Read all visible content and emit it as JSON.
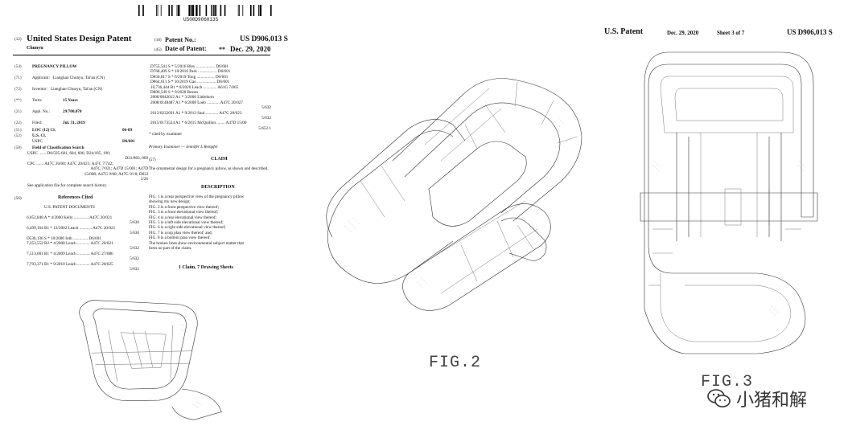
{
  "sheet1": {
    "barcode_text": "US00D906013S",
    "code12": "(12)",
    "title_us": "United States Design Patent",
    "inventor_short": "Chunyu",
    "code10": "(10)",
    "patent_no_label": "Patent No.:",
    "patent_no": "US D906,013 S",
    "code45": "(45)",
    "date_label": "Date of Patent:",
    "date_stars": "**",
    "date_value": "Dec. 29, 2020",
    "fields": [
      {
        "code": "(54)",
        "label": "PREGNANCY PILLOW",
        "value": ""
      },
      {
        "code": "(71)",
        "label": "Applicant:",
        "value": "Lianghao Chunyu, Tai'an (CN)"
      },
      {
        "code": "(72)",
        "label": "Inventor:",
        "value": "Lianghao Chunyu, Tai'an (CN)"
      },
      {
        "code": "(**)",
        "label": "Term:",
        "value": "15 Years"
      },
      {
        "code": "(21)",
        "label": "Appl. No.:",
        "value": "29/700,070"
      },
      {
        "code": "(22)",
        "label": "Filed:",
        "value": "Jul. 31, 2019"
      }
    ],
    "loc_code": "(51)",
    "loc_label": "LOC (12) Cl.",
    "loc_value": "06-09",
    "uscl_code": "(52)",
    "uscl_label": "U.S. Cl.",
    "uspc_label": "USPC",
    "uspc_value": "D6/601",
    "field_code": "(58)",
    "field_label": "Field of Classification Search",
    "field_lines": [
      "USPC ....... D6/595-601, 604, 606; D24/185, 190;",
      "D21/803, 809",
      "CPC ....... A47C 20/00; A47C 20/021; A47C 7/742;",
      "A47C 7/021; A47D 15/001; A47D",
      "15/008; A47G 9/00; A47G 9/10; D62J",
      "1/26",
      "See application file for complete search history."
    ],
    "refs_code": "(56)",
    "refs_title": "References Cited",
    "refs_sub": "U.S. PATENT DOCUMENTS",
    "refs": [
      "6,052,848 A * 4/2000 Kelly .............. A47C 20/021",
      "5/630",
      "6,499,164 B1 * 12/2002 Leach ............ A47C 20/021",
      "5/630",
      "D530,136 S * 10/2006 Ioth .............. D6/601",
      "7,353,552 B2 * 4/2008 Leach ............ A47C 20/021",
      "5/632",
      "7,513,001 B1 * 4/2009 Leach ............ A47C 27/086",
      "5/632",
      "7,793,371 B1 * 9/2010 Leach ............ A47C 20/025",
      "5/632"
    ],
    "right_refs": [
      "D755,541 S * 5/2016 Bley .................. D6/601",
      "D768,409 S * 10/2016 Park .................. D6/601",
      "D850,817 S * 6/2019 Tong ................. D6/601",
      "D864,611 S * 10/2019 Gao .................. D6/601",
      "10,736,444 B1 * 8/2020 Leach ............. A61G 7/065",
      "D896,549 S * 9/2020 Rezon",
      "2006/0042012 A1 * 3/2006 Littlehorn",
      "2008/0148487 A1 * 6/2008 Loeb ............ A47C 20/027",
      "5/632",
      "2013/0232691 A1 * 9/2013 Saul ............ A47C 20/023",
      "5/632",
      "2015/0173524 A1 * 6/2015 McQuillon ........ A47D 15/00",
      "5/652.1"
    ],
    "cited_note": "* cited by examiner",
    "examiner": "Primary Examiner — Jennifer L Rempfer",
    "claim_code": "(57)",
    "claim_title": "CLAIM",
    "claim_text": "The ornamental design for a pregnancy pillow, as shown and described.",
    "desc_title": "DESCRIPTION",
    "desc_lines": [
      "FIG. 1 is a rear perspective view of the pregnancy pillow",
      "showing my new design;",
      "FIG. 2 is a front perspective view thereof;",
      "FIG. 3 is a front elevational view thereof;",
      "FIG. 4 is a rear elevational view thereof;",
      "FIG. 5 is a left side elevational view thereof;",
      "FIG. 6 is a right side elevational view thereof;",
      "FIG. 7 is a top plan view thereof; and,",
      "FIG. 8 is a bottom plan view thereof.",
      "The broken lines show environmental subject matter that",
      "form no part of the claim."
    ],
    "drawing_sheets": "1 Claim, 7 Drawing Sheets"
  },
  "sheet2": {
    "fig_label": "FIG.2"
  },
  "sheet3": {
    "header_left": "U.S. Patent",
    "header_date": "Dec. 29, 2020",
    "header_sheet": "Sheet 3 of 7",
    "header_patent": "US D906,013 S",
    "fig_label": "FIG.3"
  },
  "watermark": {
    "text": "小猪和解",
    "icon": "wechat-icon",
    "color": "#333333"
  }
}
